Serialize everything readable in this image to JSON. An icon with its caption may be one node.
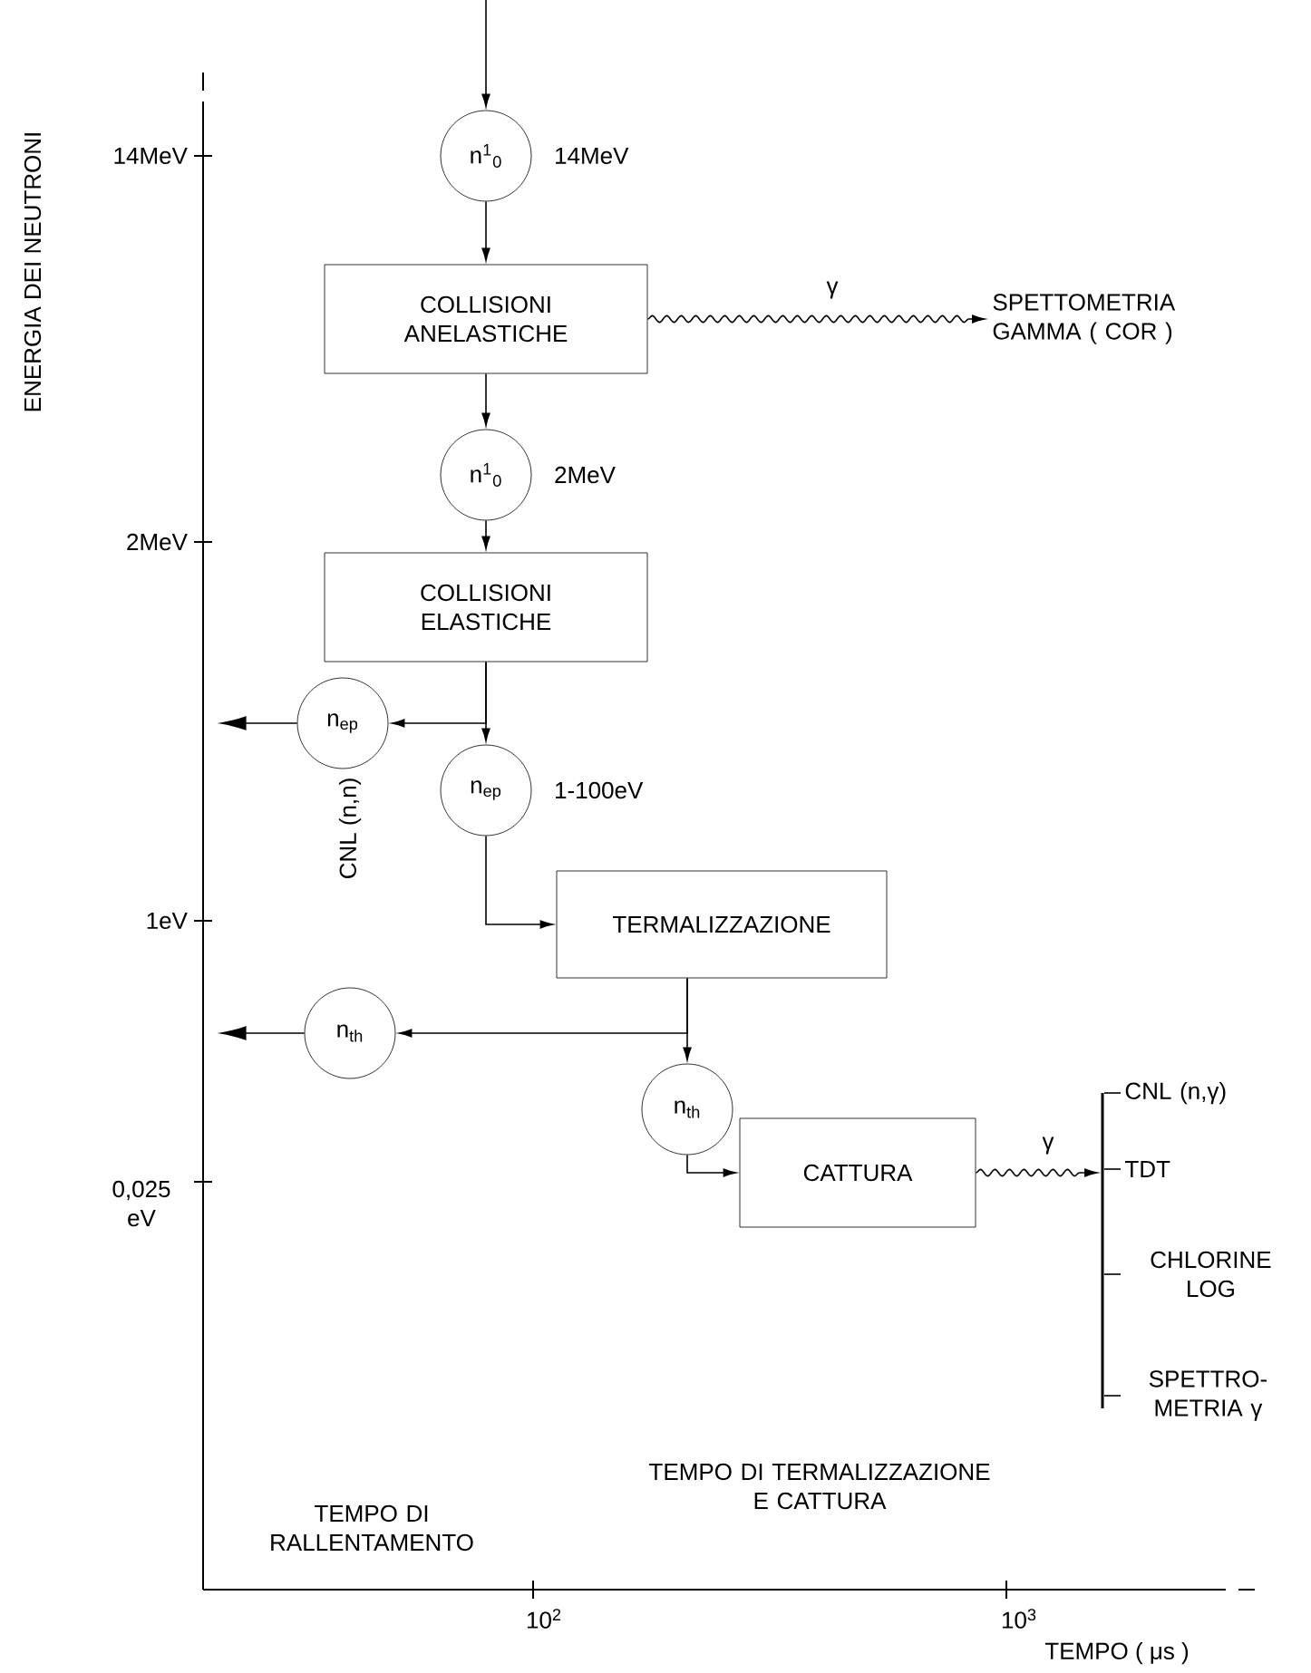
{
  "diagram": {
    "nodes": [
      {
        "text": [
          "n$^{1}$$_{0}$"
        ],
        "beside": [
          "14MeV"
        ]
      },
      {
        "text": [
          "COLLISIONI ANELASTICHE"
        ]
      },
      {
        "text": [
          "n$^{1}$$_{0}$"
        ],
        "beside": [
          "2MeV"
        ]
      },
      {
        "text": [
          "COLLISIONI ELASTICHE"
        ]
      },
      {
        "text": [
          "n$_{ep}$"
        ]
      },
      {
        "text": [
          "n$_{ep}$"
        ],
        "beside": [
          "1-100eV"
        ]
      },
      {
        "text": [
          "TERMALIZZAZIONE"
        ]
      },
      {
        "text": [
          "n$_{th}$"
        ]
      },
      {
        "text": [
          "n$_{th}$"
        ]
      },
      {
        "text": [
          "CATTURA"
        ]
      },
      {
        "text": [
          "SPETTOMETRIA GAMMA ( COR )"
        ]
      },
      {
        "text": [],
        "shape": "bar"
      },
      {
        "text": [
          "CNL (n,γ)"
        ]
      },
      {
        "text": [
          "TDT"
        ]
      },
      {
        "text": [
          "CHLORINE LOG"
        ]
      },
      {
        "text": [
          "SPETTRO-METRIA γ"
        ]
      }
    ],
    "edges": [
      {
        "from": null,
        "to": 0,
        "arrow": "to"
      },
      {
        "from": 0,
        "to": 1,
        "arrow": "to"
      },
      {
        "from": 1,
        "to": 10,
        "arrow": "to",
        "label": "γ"
      },
      {
        "from": 1,
        "to": 2,
        "arrow": "to"
      },
      {
        "from": 2,
        "to": 3,
        "arrow": "to"
      },
      {
        "from": 3,
        "to": 4,
        "arrow": "to"
      },
      {
        "from": 3,
        "to": 5,
        "arrow": "to"
      },
      {
        "from": 4,
        "to": null,
        "arrow": "to"
      },
      {
        "from": 5,
        "to": 6,
        "arrow": "to"
      },
      {
        "from": 6,
        "to": 7,
        "arrow": "to"
      },
      {
        "from": 6,
        "to": 8,
        "arrow": "to"
      },
      {
        "from": 7,
        "to": null,
        "arrow": "to"
      },
      {
        "from": 8,
        "to": 9,
        "arrow": "to"
      },
      {
        "from": 9,
        "to": 11,
        "arrow": "to",
        "label": "γ"
      },
      {
        "from": 11,
        "to": 12,
        "arrow": "none"
      },
      {
        "from": 11,
        "to": 13,
        "arrow": "none"
      },
      {
        "from": 11,
        "to": 14,
        "arrow": "none"
      },
      {
        "from": 11,
        "to": 15,
        "arrow": "none"
      }
    ],
    "labels": [
      "ENERGIA DEI NEUTRONI",
      "14MeV",
      "2MeV",
      "1eV",
      "0,025 eV",
      "CNL (n,n)",
      "TEMPO DI RALLENTAMENTO",
      "TEMPO DI TERMALIZZAZIONE E CATTURA",
      "10$^{2}$",
      "10$^{3}$",
      "TEMPO ( μs )"
    ]
  }
}
